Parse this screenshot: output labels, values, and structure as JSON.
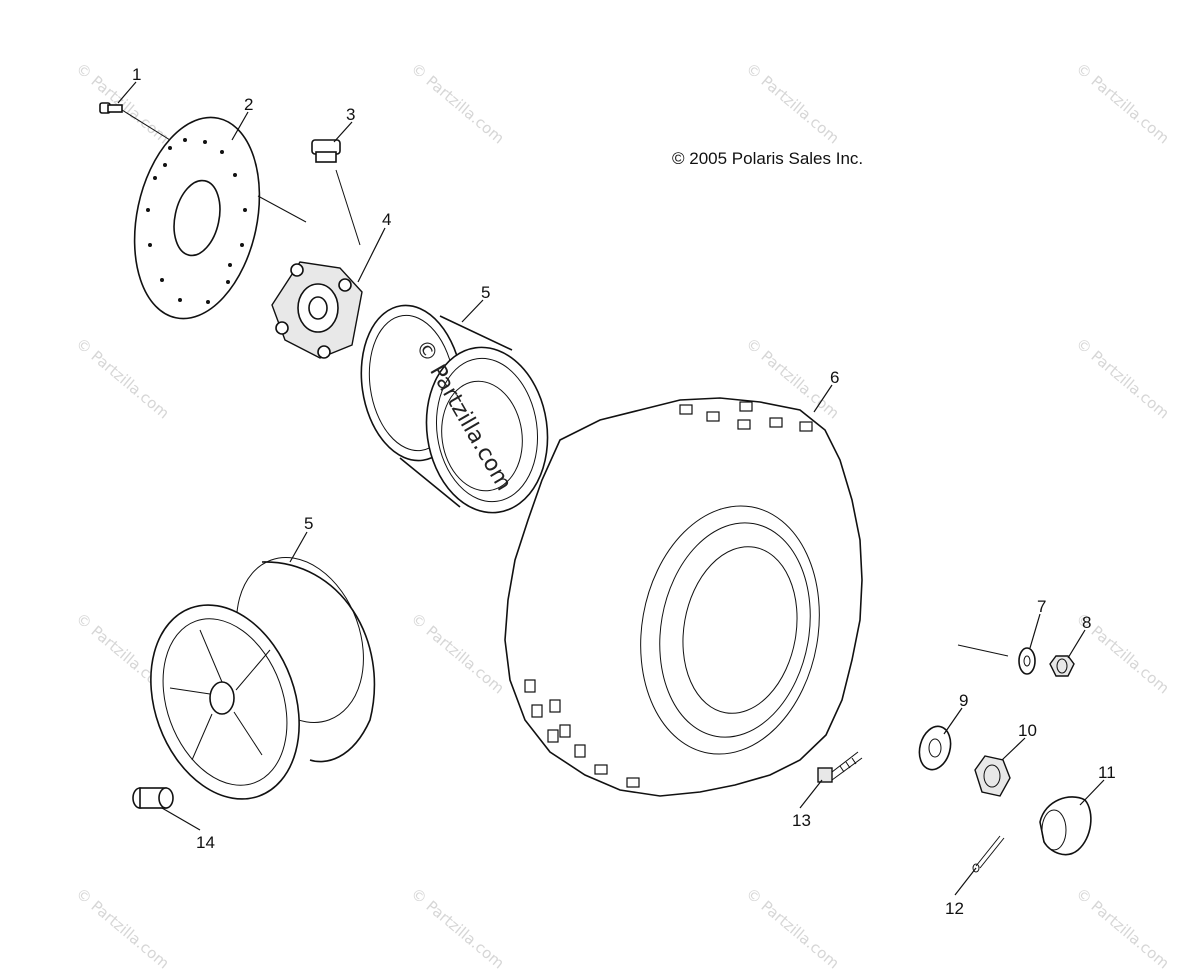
{
  "copyright": "© 2005 Polaris Sales Inc.",
  "watermark": "© Partzilla.com",
  "callouts": [
    {
      "label": "1"
    },
    {
      "label": "2"
    },
    {
      "label": "3"
    },
    {
      "label": "4"
    },
    {
      "label": "5"
    },
    {
      "label": "5"
    },
    {
      "label": "6"
    },
    {
      "label": "7"
    },
    {
      "label": "8"
    },
    {
      "label": "9"
    },
    {
      "label": "10"
    },
    {
      "label": "11"
    },
    {
      "label": "12"
    },
    {
      "label": "13"
    },
    {
      "label": "14"
    }
  ]
}
